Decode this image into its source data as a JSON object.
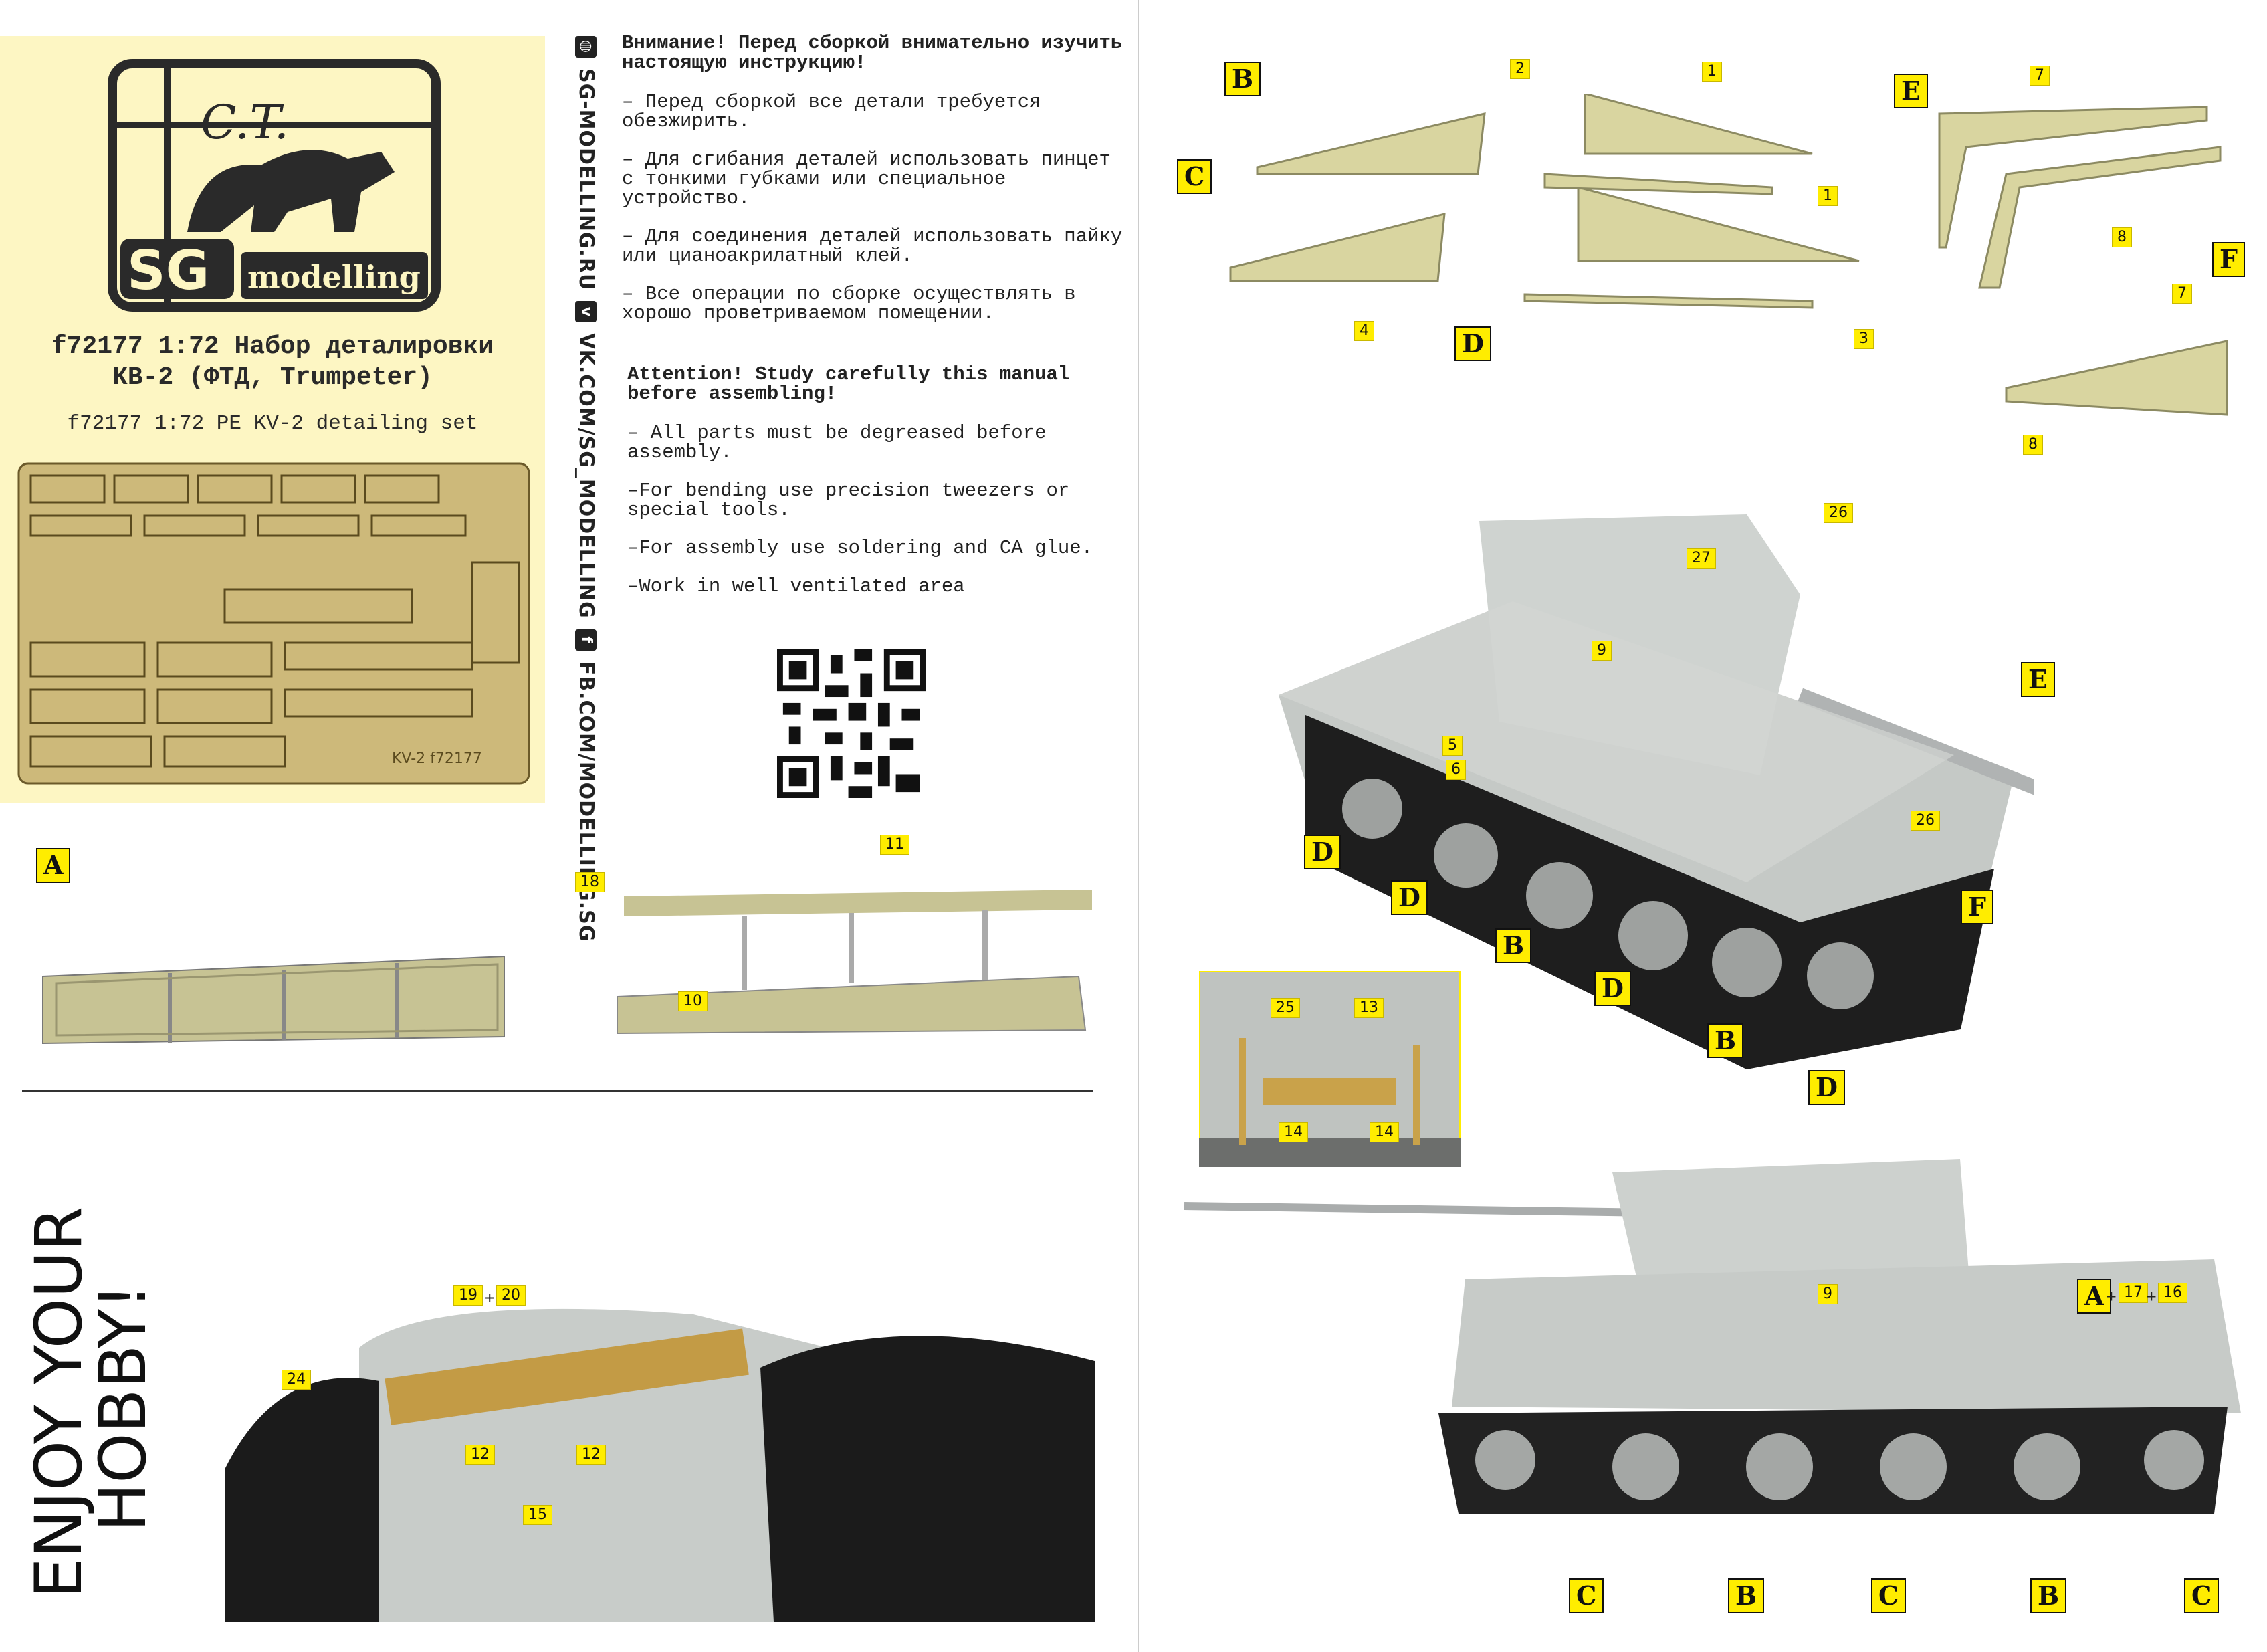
{
  "cover": {
    "logo_text": "SG modelling",
    "logo_monogram": "C.T.",
    "title_ru": "f72177 1:72 Набор деталировки КВ-2 (ФТД, Trumpeter)",
    "title_ru_line1": "f72177 1:72 Набор деталировки",
    "title_ru_line2": "КВ-2 (ФТД, Trumpeter)",
    "subtitle_en": "f72177 1:72 PE KV-2 detailing set",
    "fret_marking": "KV-2 f72177"
  },
  "links": {
    "site": "SG-MODELLING.RU",
    "vk": "VK.COM/SG_MODELLING",
    "fb": "FB.COM/MODELLING.SG",
    "icons": [
      "globe-icon",
      "vk-icon",
      "facebook-icon"
    ]
  },
  "instructions": {
    "ru_heading": "Внимание! Перед сборкой внимательно изучить настоящую инструкцию!",
    "ru_items": [
      "– Перед сборкой все детали требуется обезжирить.",
      "– Для сгибания деталей использовать пинцет с тонкими губками или специальное устройство.",
      "– Для соединения деталей использовать пайку или цианоакрилатный клей.",
      "– Все операции по сборке осуществлять в хорошо проветриваемом помещении."
    ],
    "en_heading": "Attention! Study carefully this manual before assembling!",
    "en_items": [
      "– All parts must be degreased before assembly.",
      "–For bending use precision tweezers or special tools.",
      "–For assembly use soldering and CA glue.",
      "–Work in well ventilated area"
    ]
  },
  "enjoy": {
    "line1": "ENJOY YOUR",
    "line2": "HOBBY!"
  },
  "colors": {
    "label_bg": "#ffed00",
    "cover_bg": "#fdf6c3",
    "brass": "#c9c08a",
    "tank_grey": "#c5c9c6"
  },
  "labels": [
    "B",
    "2",
    "1",
    "E",
    "7",
    "C",
    "1",
    "8",
    "F",
    "7",
    "4",
    "D",
    "3",
    "8",
    "26",
    "27",
    "9",
    "E",
    "5",
    "6",
    "26",
    "D",
    "D",
    "F",
    "B",
    "D",
    "B",
    "D",
    "25",
    "13",
    "14",
    "14",
    "A",
    "17",
    "16",
    "9",
    "C",
    "B",
    "C",
    "B",
    "C",
    "A",
    "11",
    "18",
    "10",
    "19",
    "20",
    "24",
    "12",
    "12",
    "15"
  ],
  "plus_sign": "+"
}
